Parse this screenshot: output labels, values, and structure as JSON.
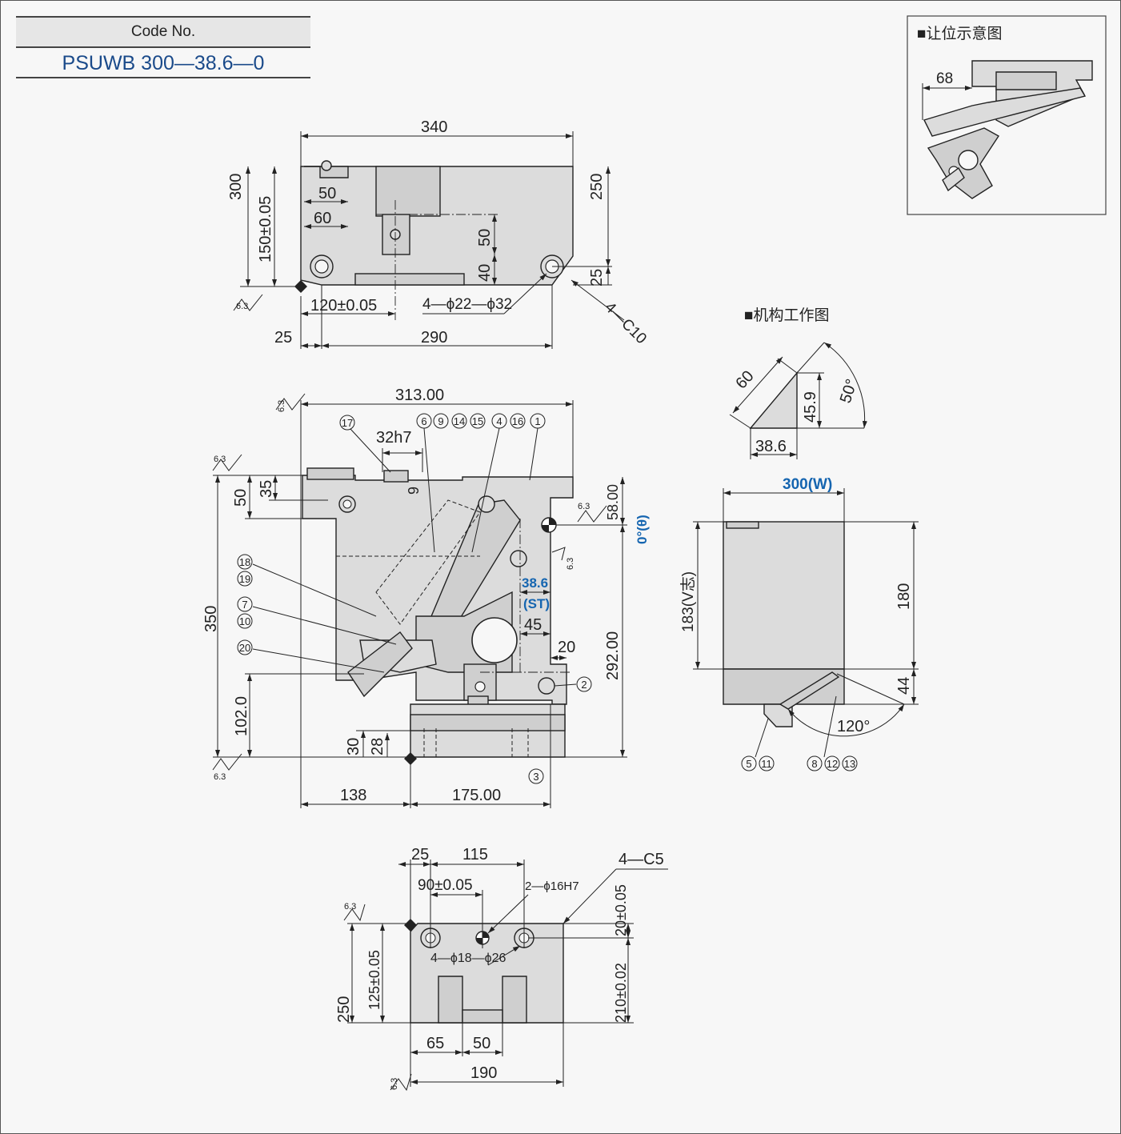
{
  "code": {
    "label": "Code No.",
    "value": "PSUWB 300—38.6—0"
  },
  "inset": {
    "title": "■让位示意图",
    "dim": "68"
  },
  "mechanism": {
    "title": "■机构工作图",
    "len": "60",
    "height": "45.9",
    "base": "38.6",
    "angle": "50°"
  },
  "top_view": {
    "width": "340",
    "h300": "300",
    "h250": "250",
    "h150": "150±0.05",
    "d50": "50",
    "d60": "60",
    "d50b": "50",
    "d40": "40",
    "d25": "25",
    "d120": "120±0.05",
    "holes": "4—ϕ22—ϕ32",
    "chamfer": "4—C10",
    "d25b": "25",
    "d290": "290"
  },
  "front_view": {
    "w313": "313.00",
    "h7": "32h7",
    "d9": "9",
    "d50": "50",
    "d35": "35",
    "d58": "58.00",
    "theta": "0°(θ)",
    "st": "38.6",
    "st_label": "(ST)",
    "d45": "45",
    "d20": "20",
    "d292": "292.00",
    "d350": "350",
    "d102": "102.0",
    "d30": "30",
    "d28": "28",
    "d138": "138",
    "d175": "175.00",
    "rough": "6.3",
    "labels": {
      "n17": "17",
      "n6": "6",
      "n9": "9",
      "n14": "14",
      "n15": "15",
      "n4": "4",
      "n16": "16",
      "n1": "1",
      "n18": "18",
      "n19": "19",
      "n7": "7",
      "n10": "10",
      "n20": "20",
      "n2": "2",
      "n3": "3"
    }
  },
  "side_view": {
    "width": "300(W)",
    "h183": "183(V志)",
    "h180": "180",
    "d44": "44",
    "angle": "120°",
    "labels": {
      "a": "5",
      "b": "11",
      "c": "8",
      "d": "12",
      "e": "13"
    }
  },
  "bottom_view": {
    "d25": "25",
    "d115": "115",
    "d90": "90±0.05",
    "pins": "2—ϕ16H7",
    "chamfer": "4—C5",
    "d20": "20±0.05",
    "holes": "4—ϕ18—ϕ26",
    "d250": "250",
    "d125": "125±0.05",
    "d210": "210±0.02",
    "d65": "65",
    "d50": "50",
    "d190": "190"
  }
}
